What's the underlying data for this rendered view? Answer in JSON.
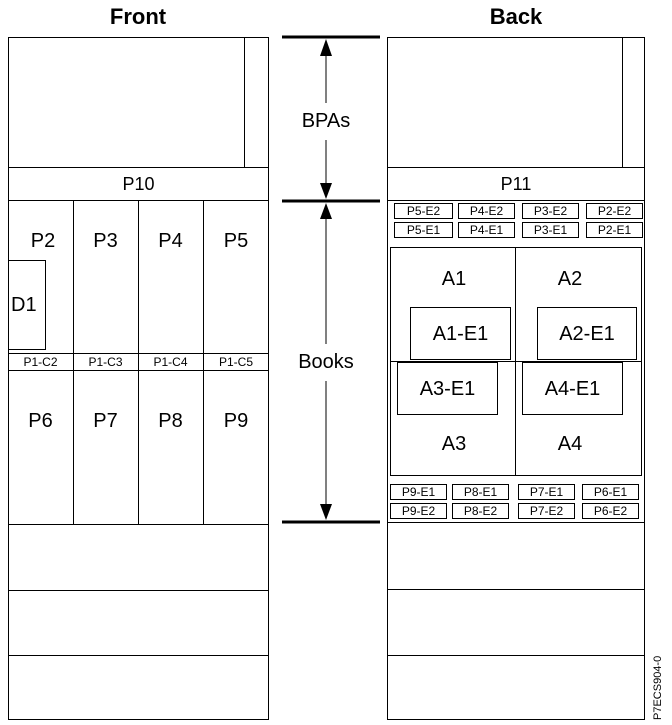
{
  "headings": {
    "front": "Front",
    "back": "Back"
  },
  "front": {
    "bar": "P10",
    "upper_slots": [
      "P2",
      "P3",
      "P4",
      "P5"
    ],
    "drive": "D1",
    "connectors": [
      "P1-C2",
      "P1-C3",
      "P1-C4",
      "P1-C5"
    ],
    "lower_slots": [
      "P6",
      "P7",
      "P8",
      "P9"
    ]
  },
  "back": {
    "bar": "P11",
    "top_labels_row1": [
      "P5-E2",
      "P4-E2",
      "P3-E2",
      "P2-E2"
    ],
    "top_labels_row2": [
      "P5-E1",
      "P4-E1",
      "P3-E1",
      "P2-E1"
    ],
    "books": [
      "A1",
      "A2",
      "A3",
      "A4"
    ],
    "book_ports": [
      "A1-E1",
      "A2-E1",
      "A3-E1",
      "A4-E1"
    ],
    "bottom_labels_row1": [
      "P9-E1",
      "P8-E1",
      "P7-E1",
      "P6-E1"
    ],
    "bottom_labels_row2": [
      "P9-E2",
      "P8-E2",
      "P7-E2",
      "P6-E2"
    ]
  },
  "dimensions": {
    "upper": "BPAs",
    "lower": "Books"
  },
  "figure_id": "P7ECS904-0"
}
